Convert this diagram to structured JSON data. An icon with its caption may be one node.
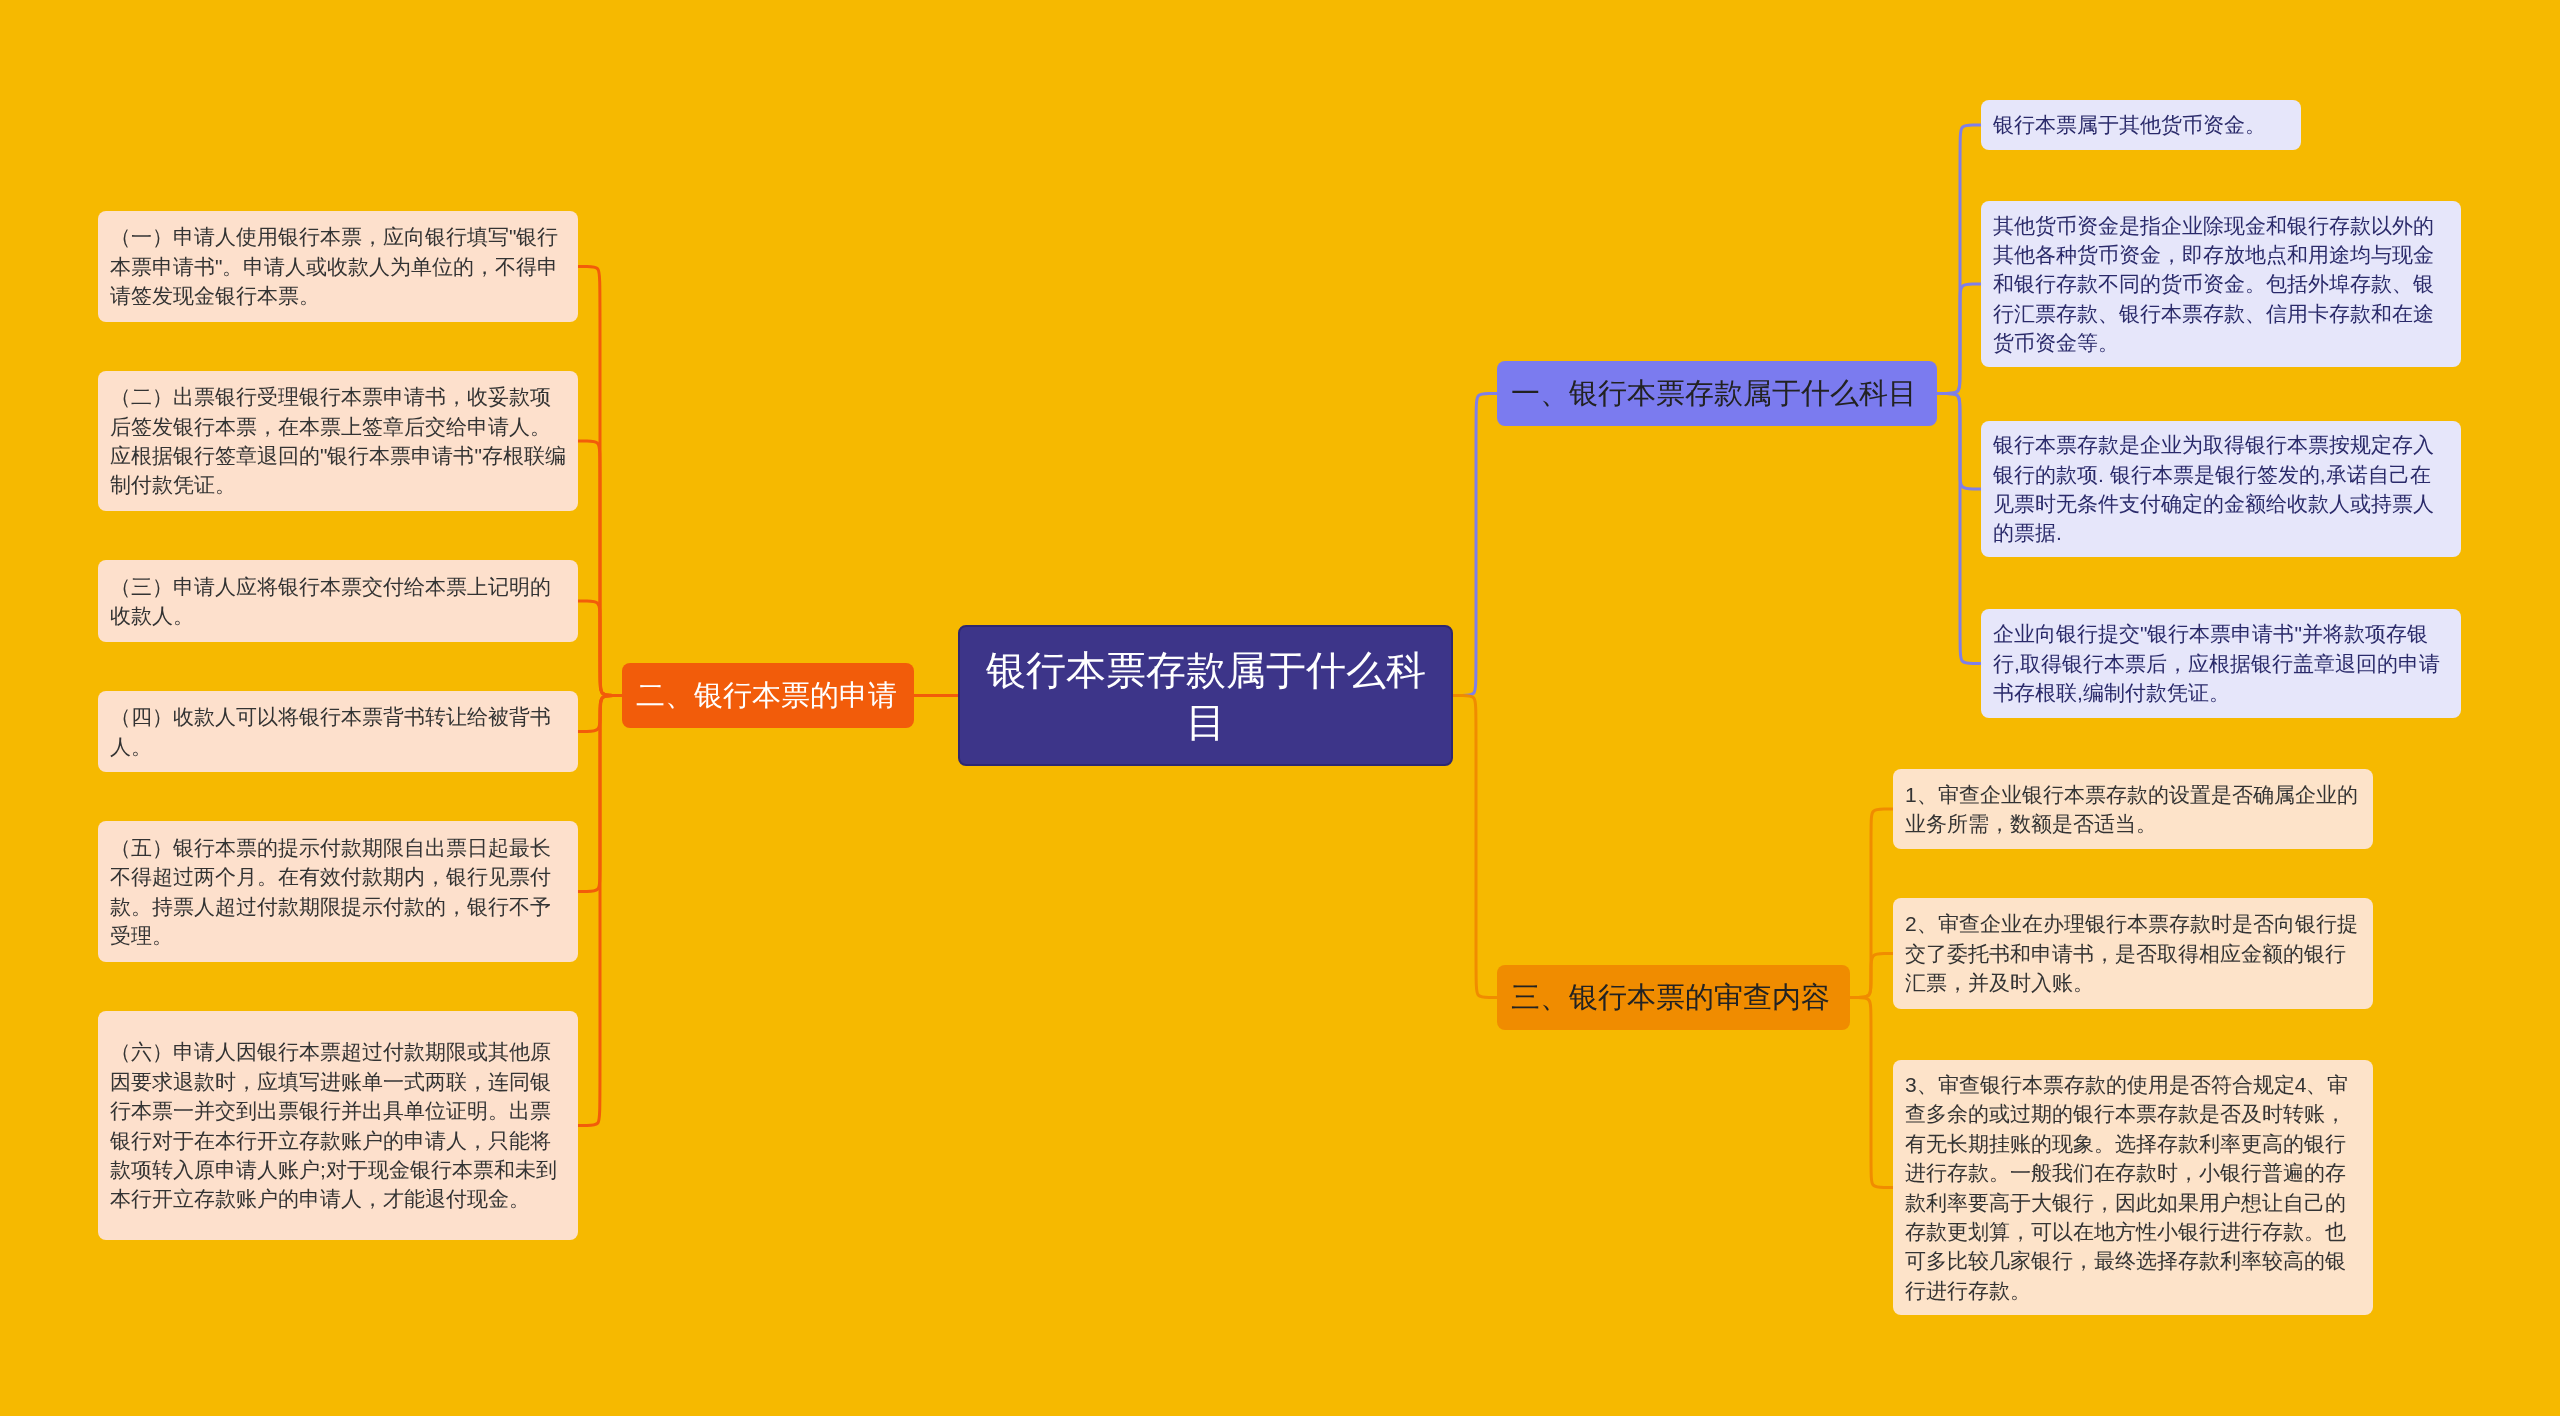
{
  "diagram": {
    "nodes": [
      {
        "text": [
          "银行本票存款属于什么科目"
        ]
      },
      {
        "text": [
          "一、银行本票存款属于什么科目"
        ]
      },
      {
        "text": [
          "银行本票属于其他货币资金。"
        ]
      },
      {
        "text": [
          "其他货币资金是指企业除现金和银行存款以外的其他各种货币资金，即存放地点和用途均与现金和银行存款不同的货币资金。包括外埠存款、银行汇票存款、银行本票存款、信用卡存款和在途货币资金等。"
        ]
      },
      {
        "text": [
          "银行本票存款是企业为取得银行本票按规定存入银行的款项. 银行本票是银行签发的,承诺自己在见票时无条件支付确定的金额给收款人或持票人的票据."
        ]
      },
      {
        "text": [
          "企业向银行提交\"银行本票申请书\"并将款项存银行,取得银行本票后，应根据银行盖章退回的申请书存根联,编制付款凭证。"
        ]
      },
      {
        "text": [
          "二、银行本票的申请"
        ]
      },
      {
        "text": [
          "（一）申请人使用银行本票，应向银行填写\"银行本票申请书\"。申请人或收款人为单位的，不得申请签发现金银行本票。"
        ]
      },
      {
        "text": [
          "（二）出票银行受理银行本票申请书，收妥款项后签发银行本票，在本票上签章后交给申请人。应根据银行签章退回的\"银行本票申请书\"存根联编制付款凭证。"
        ]
      },
      {
        "text": [
          "（三）申请人应将银行本票交付给本票上记明的收款人。"
        ]
      },
      {
        "text": [
          "（四）收款人可以将银行本票背书转让给被背书人。"
        ]
      },
      {
        "text": [
          "（五）银行本票的提示付款期限自出票日起最长不得超过两个月。在有效付款期内，银行见票付款。持票人超过付款期限提示付款的，银行不予受理。"
        ]
      },
      {
        "text": [
          "（六）申请人因银行本票超过付款期限或其他原因要求退款时，应填写进账单一式两联，连同银行本票一并交到出票银行并出具单位证明。出票银行对于在本行开立存款账户的申请人，只能将款项转入原申请人账户;对于现金银行本票和未到本行开立存款账户的申请人，才能退付现金。"
        ]
      },
      {
        "text": [
          "三、银行本票的审查内容"
        ]
      },
      {
        "text": [
          "1、审查企业银行本票存款的设置是否确属企业的业务所需，数额是否适当。"
        ]
      },
      {
        "text": [
          "2、审查企业在办理银行本票存款时是否向银行提交了委托书和申请书，是否取得相应金额的银行汇票，并及时入账。"
        ]
      },
      {
        "text": [
          "3、审查银行本票存款的使用是否符合规定4、审查多余的或过期的银行本票存款是否及时转账，有无长期挂账的现象。选择存款利率更高的银行进行存款。一般我们在存款时，小银行普遍的存款利率要高于大银行，因此如果用户想让自己的存款更划算，可以在地方性小银行进行存款。也可多比较几家银行，最终选择存款利率较高的银行进行存款。"
        ]
      }
    ],
    "edges": [
      {
        "from": 0,
        "to": 1,
        "arrow": "none",
        "color": "#7f7fe8"
      },
      {
        "from": 1,
        "to": 2,
        "arrow": "none",
        "color": "#7f7fe8"
      },
      {
        "from": 1,
        "to": 3,
        "arrow": "none",
        "color": "#7f7fe8"
      },
      {
        "from": 1,
        "to": 4,
        "arrow": "none",
        "color": "#7f7fe8"
      },
      {
        "from": 1,
        "to": 5,
        "arrow": "none",
        "color": "#7f7fe8"
      },
      {
        "from": 0,
        "to": 6,
        "arrow": "none"
      },
      {
        "from": 6,
        "to": 7,
        "arrow": "none"
      },
      {
        "from": 6,
        "to": 8,
        "arrow": "none"
      },
      {
        "from": 6,
        "to": 9,
        "arrow": "none"
      },
      {
        "from": 6,
        "to": 10,
        "arrow": "none"
      },
      {
        "from": 6,
        "to": 11,
        "arrow": "none"
      },
      {
        "from": 6,
        "to": 12,
        "arrow": "none"
      },
      {
        "from": 0,
        "to": 13,
        "arrow": "none",
        "color": "#f08c00"
      },
      {
        "from": 13,
        "to": 14,
        "arrow": "none",
        "color": "#f08c00"
      },
      {
        "from": 13,
        "to": 15,
        "arrow": "none",
        "color": "#f08c00"
      },
      {
        "from": 13,
        "to": 16,
        "arrow": "none",
        "color": "#f08c00"
      }
    ]
  }
}
